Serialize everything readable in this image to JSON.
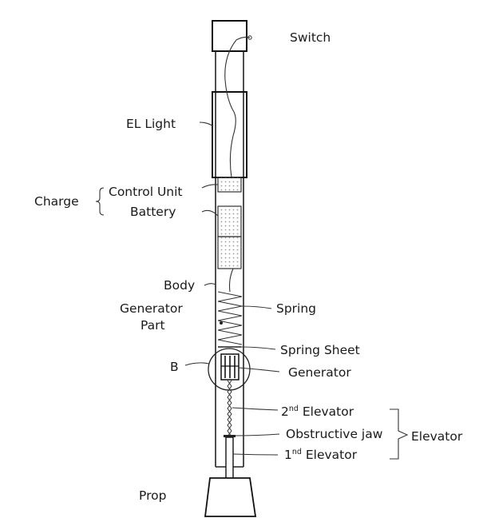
{
  "labels": {
    "switch": "Switch",
    "el_light": "EL Light",
    "charge": "Charge",
    "control_unit": "Control Unit",
    "battery": "Battery",
    "body": "Body",
    "generator_part_1": "Generator",
    "generator_part_2": "Part",
    "spring": "Spring",
    "b": "B",
    "spring_sheet": "Spring Sheet",
    "generator": "Generator",
    "elevator_2_num": "2",
    "elevator_2_sup": "nd",
    "elevator_2_word": " Elevator",
    "obstructive_jaw": "Obstructive jaw",
    "elevator_1_num": "1",
    "elevator_1_sup": "nd",
    "elevator_1_word": " Elevator",
    "elevator": "Elevator",
    "prop": "Prop"
  },
  "colors": {
    "line": "#222222",
    "text": "#1a1a1a",
    "dots": "#9a9a9a"
  }
}
